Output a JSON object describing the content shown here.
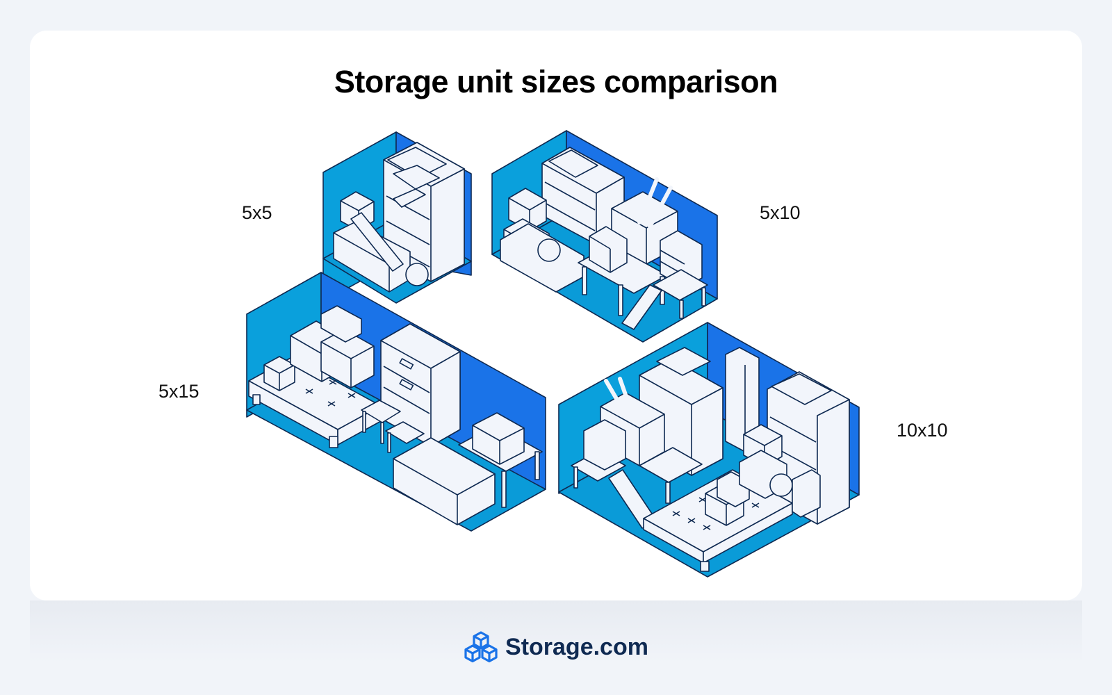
{
  "title": "Storage unit sizes comparison",
  "units": [
    {
      "label": "5x5"
    },
    {
      "label": "5x10"
    },
    {
      "label": "5x15"
    },
    {
      "label": "10x10"
    }
  ],
  "footer": {
    "brand": "Storage.com"
  },
  "colors": {
    "page_bg": "#f1f4f9",
    "card_bg": "#ffffff",
    "wall_left": "#0aa0dc",
    "wall_right": "#1a73e8",
    "floor": "#0a9bd8",
    "outline": "#0f2a52",
    "furniture": "#f2f5fb",
    "brand_text": "#0f2a52",
    "brand_icon": "#1a73e8"
  }
}
